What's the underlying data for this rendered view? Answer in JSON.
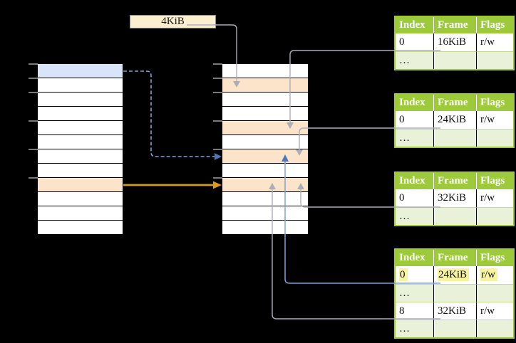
{
  "page_size_label": "4KiB",
  "colors": {
    "background": "#000000",
    "label_box": "#FCEFCE",
    "page_highlight": "#D8E5F6",
    "frame_highlight": "#FBE4C9",
    "table_green": "#9CCA3A",
    "table_row_alt": "#E9F1D8",
    "table_separator": "#C3D994",
    "cell_highlight": "#F7F3A0",
    "wire_gray": "#ADADB8",
    "wire_blue": "#4C74B8",
    "wire_blue_light": "#7FA3D7",
    "wire_orange": "#D79A1A",
    "tick_gray": "#7A7A7A"
  },
  "virtual_memory": {
    "rows": [
      "blue",
      "plain",
      "plain",
      "plain",
      "plain",
      "plain",
      "plain",
      "plain",
      "orange",
      "plain",
      "plain",
      "plain"
    ],
    "tick_ys": [
      90,
      110,
      130,
      170,
      210,
      250
    ]
  },
  "physical_memory": {
    "rows": [
      "plain",
      "orange",
      "plain",
      "plain",
      "orange",
      "plain",
      "orange",
      "plain",
      "orange",
      "plain",
      "plain",
      "plain"
    ],
    "tick_ys": [
      90,
      110,
      130,
      170,
      210,
      250
    ]
  },
  "page_tables": [
    {
      "headers": [
        "Index",
        "Frame",
        "Flags"
      ],
      "rows": [
        [
          "0",
          "16KiB",
          "r/w"
        ],
        [
          "…",
          "",
          ""
        ]
      ]
    },
    {
      "headers": [
        "Index",
        "Frame",
        "Flags"
      ],
      "rows": [
        [
          "0",
          "24KiB",
          "r/w"
        ],
        [
          "…",
          "",
          ""
        ]
      ]
    },
    {
      "headers": [
        "Index",
        "Frame",
        "Flags"
      ],
      "rows": [
        [
          "0",
          "32KiB",
          "r/w"
        ],
        [
          "…",
          "",
          ""
        ]
      ]
    },
    {
      "headers": [
        "Index",
        "Frame",
        "Flags"
      ],
      "rows": [
        [
          "0",
          "24KiB",
          "r/w"
        ],
        [
          "…",
          "",
          ""
        ],
        [
          "8",
          "32KiB",
          "r/w"
        ],
        [
          "…",
          "",
          ""
        ]
      ],
      "highlighted_row": 0
    }
  ]
}
